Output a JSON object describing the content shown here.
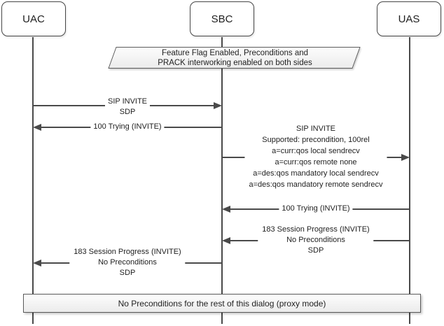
{
  "colors": {
    "line": "#4a4a4a",
    "border": "#5a5a5a",
    "note_fill_top": "#fcfcfc",
    "note_fill_bottom": "#ececec",
    "text": "#1f1f1f",
    "background": "#ffffff"
  },
  "actors": [
    {
      "label": "UAC"
    },
    {
      "label": "SBC"
    },
    {
      "label": "UAS"
    }
  ],
  "top_note": {
    "lines": [
      "Feature Flag Enabled, Preconditions and",
      "PRACK interworking enabled on both sides"
    ]
  },
  "messages": [
    {
      "from": "UAC",
      "to": "SBC",
      "label_on_line": "SIP INVITE",
      "label_below": "SDP"
    },
    {
      "from": "SBC",
      "to": "UAC",
      "label_on_line": "100 Trying (INVITE)"
    },
    {
      "from": "SBC",
      "to": "UAS",
      "lines": [
        "SIP INVITE",
        "Supported: precondition, 100rel",
        "a=curr:qos local sendrecv",
        "a=curr:qos remote none",
        "a=des:qos mandatory local sendrecv",
        "a=des:qos mandatory remote sendrecv"
      ]
    },
    {
      "from": "UAS",
      "to": "SBC",
      "label_on_line": "100 Trying (INVITE)"
    },
    {
      "from": "UAS",
      "to": "SBC",
      "lines": [
        "183 Session Progress (INVITE)",
        "No Preconditions",
        "SDP"
      ]
    },
    {
      "from": "SBC",
      "to": "UAC",
      "lines": [
        "183 Session Progress (INVITE)",
        "No Preconditions",
        "SDP"
      ]
    }
  ],
  "bottom_note": {
    "label": "No Preconditions for the rest of this dialog (proxy mode)"
  }
}
